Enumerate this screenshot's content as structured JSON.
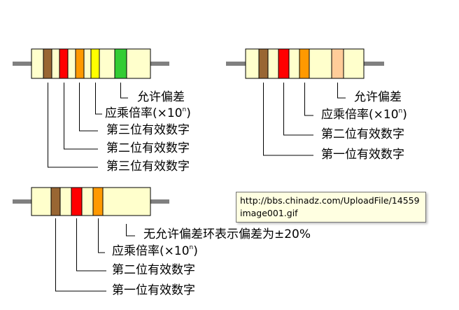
{
  "colors": {
    "body": "#ffffcc",
    "lead": "#808080",
    "brown": "#996633",
    "red": "#ff0000",
    "orange": "#ff9900",
    "yellow": "#ffff00",
    "green": "#33cc33",
    "peach": "#ffcc99"
  },
  "resistor1": {
    "bands": [
      {
        "color": "brown"
      },
      {
        "color": "red"
      },
      {
        "color": "orange"
      },
      {
        "color": "yellow"
      },
      {
        "color": "green"
      }
    ],
    "labels": [
      "允许偏差",
      "应乘倍率(×10",
      "第三位有效数字",
      "第二位有效数字",
      "第三位有效数字"
    ],
    "sup": "n",
    "close": ")"
  },
  "resistor2": {
    "bands": [
      {
        "color": "brown"
      },
      {
        "color": "red"
      },
      {
        "color": "orange"
      },
      {
        "color": "peach"
      }
    ],
    "labels": [
      "允许偏差",
      "应乘倍率(×10",
      "第二位有效数字",
      "第一位有效数字"
    ],
    "sup": "n",
    "close": ")"
  },
  "resistor3": {
    "bands": [
      {
        "color": "brown"
      },
      {
        "color": "red"
      },
      {
        "color": "orange"
      }
    ],
    "labels": [
      "无允许偏差环表示偏差为±20%",
      "应乘倍率(×10",
      "第二位有效数字",
      "第一位有效数字"
    ],
    "sup": "n",
    "close": ")"
  },
  "tooltip": {
    "text": "http://bbs.chinadz.com/UploadFile/14559image001.gif"
  }
}
